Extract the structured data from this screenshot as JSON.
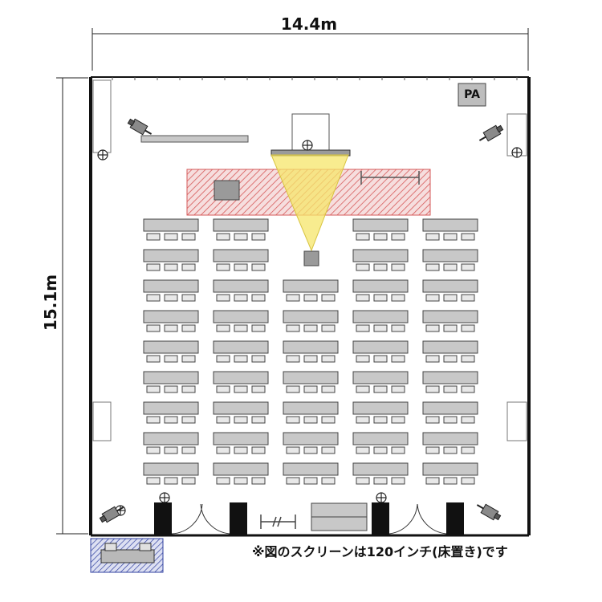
{
  "dimensions": {
    "width_label": "14.4m",
    "height_label": "15.1m"
  },
  "equipment": {
    "pa_label": "PA"
  },
  "note": "※図のスクリーンは120インチ(床置き)です",
  "colors": {
    "wall": "#111111",
    "desk_fill": "#c8c8c8",
    "chair_fill": "#e8e8e8",
    "stage_hatch": "#d65a5a",
    "stage_fill": "#f4dcdc",
    "projector_beam": "#f5e66a",
    "storage_hatch": "#3040a0"
  },
  "icons": [
    "speaker-icon",
    "spotlight-icon",
    "camera-icon",
    "door-swing-icon"
  ]
}
